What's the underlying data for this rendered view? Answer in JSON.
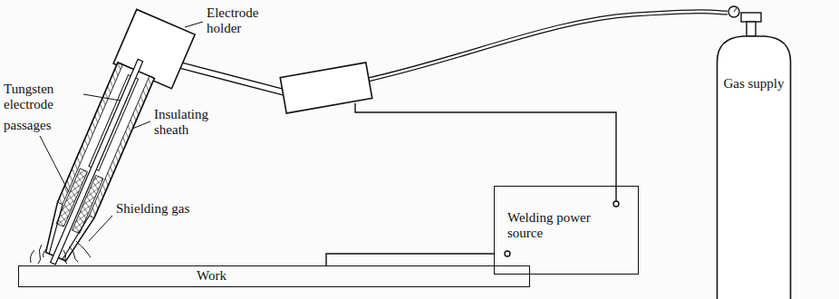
{
  "diagram": {
    "nodes": [
      {
        "text": [
          "Gas supply"
        ]
      },
      {
        "text": [
          "Welding power source"
        ]
      },
      {
        "text": [
          "Work"
        ]
      }
    ],
    "edges": [
      {
        "from": 2,
        "to": 1,
        "arrow": "none"
      }
    ],
    "labels": [
      "Electrode holder",
      "Tungsten electrode",
      "passages",
      "Insulating sheath",
      "Shielding gas"
    ]
  }
}
